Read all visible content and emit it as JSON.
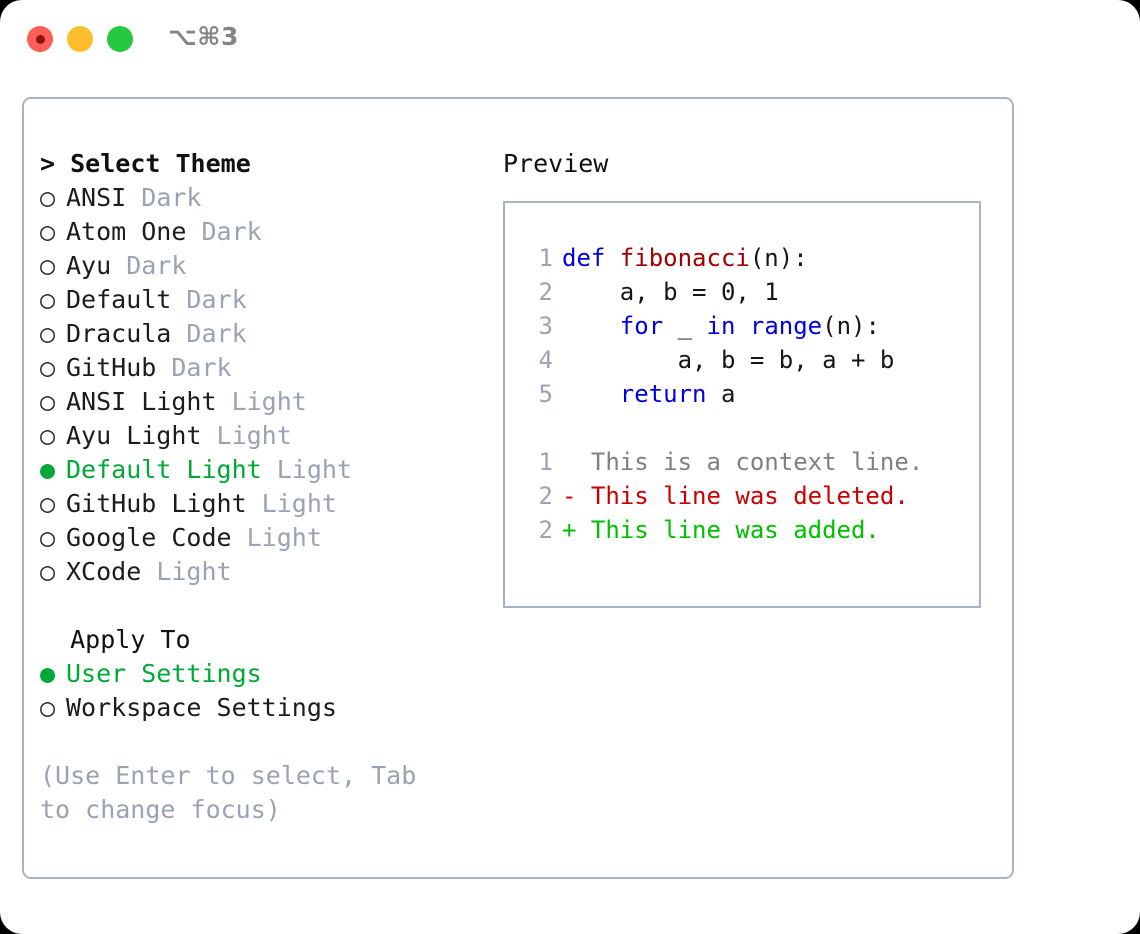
{
  "window": {
    "shortcut": "⌥⌘3",
    "traffic_lights": [
      {
        "name": "close",
        "color": "#ff5f57"
      },
      {
        "name": "minimize",
        "color": "#ffbd2e"
      },
      {
        "name": "maximize",
        "color": "#26c83f"
      }
    ],
    "colors": {
      "border": "#a9b3c2",
      "selected": "#00a838",
      "muted": "#9aa3b2",
      "keyword": "#0000e0",
      "function": "#a00000",
      "diff_add": "#00c000",
      "diff_del": "#cc0000"
    }
  },
  "theme_section": {
    "header": "Select Theme",
    "prompt": ">",
    "focused": true,
    "options": [
      {
        "marker": "○",
        "label": "ANSI",
        "tag": "Dark",
        "selected": false
      },
      {
        "marker": "○",
        "label": "Atom One",
        "tag": "Dark",
        "selected": false
      },
      {
        "marker": "○",
        "label": "Ayu",
        "tag": "Dark",
        "selected": false
      },
      {
        "marker": "○",
        "label": "Default",
        "tag": "Dark",
        "selected": false
      },
      {
        "marker": "○",
        "label": "Dracula",
        "tag": "Dark",
        "selected": false
      },
      {
        "marker": "○",
        "label": "GitHub",
        "tag": "Dark",
        "selected": false
      },
      {
        "marker": "○",
        "label": "ANSI Light",
        "tag": "Light",
        "selected": false
      },
      {
        "marker": "○",
        "label": "Ayu Light",
        "tag": "Light",
        "selected": false
      },
      {
        "marker": "●",
        "label": "Default Light",
        "tag": "Light",
        "selected": true
      },
      {
        "marker": "○",
        "label": "GitHub Light",
        "tag": "Light",
        "selected": false
      },
      {
        "marker": "○",
        "label": "Google Code",
        "tag": "Light",
        "selected": false
      },
      {
        "marker": "○",
        "label": "XCode",
        "tag": "Light",
        "selected": false
      }
    ]
  },
  "apply_section": {
    "header": "Apply To",
    "prompt": " ",
    "focused": false,
    "options": [
      {
        "marker": "●",
        "label": "User Settings",
        "tag": "",
        "selected": true
      },
      {
        "marker": "○",
        "label": "Workspace Settings",
        "tag": "",
        "selected": false
      }
    ]
  },
  "hint": "(Use Enter to select, Tab to change focus)",
  "preview": {
    "title": "Preview",
    "code_lines": [
      {
        "num": "1",
        "tokens": [
          {
            "t": "def ",
            "c": "kw"
          },
          {
            "t": "fibonacci",
            "c": "fn"
          },
          {
            "t": "(n):",
            "c": "plain"
          }
        ]
      },
      {
        "num": "2",
        "tokens": [
          {
            "t": "    a, b = 0, 1",
            "c": "plain"
          }
        ]
      },
      {
        "num": "3",
        "tokens": [
          {
            "t": "    ",
            "c": "plain"
          },
          {
            "t": "for",
            "c": "kw"
          },
          {
            "t": " _ ",
            "c": "plain"
          },
          {
            "t": "in",
            "c": "kw"
          },
          {
            "t": " ",
            "c": "plain"
          },
          {
            "t": "range",
            "c": "kw"
          },
          {
            "t": "(n):",
            "c": "plain"
          }
        ]
      },
      {
        "num": "4",
        "tokens": [
          {
            "t": "        a, b = b, a + b",
            "c": "plain"
          }
        ]
      },
      {
        "num": "5",
        "tokens": [
          {
            "t": "    ",
            "c": "plain"
          },
          {
            "t": "return",
            "c": "kw"
          },
          {
            "t": " a",
            "c": "plain"
          }
        ]
      }
    ],
    "diff_lines": [
      {
        "num": "1",
        "text": "  This is a context line.",
        "kind": "ctx"
      },
      {
        "num": "2",
        "text": "- This line was deleted.",
        "kind": "del"
      },
      {
        "num": "2",
        "text": "+ This line was added.",
        "kind": "add"
      }
    ]
  }
}
